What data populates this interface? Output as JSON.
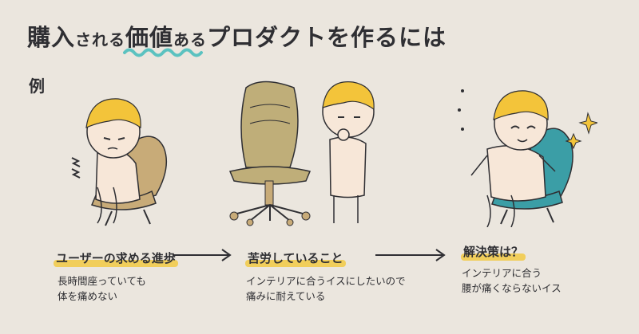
{
  "title": {
    "part1": "購入",
    "part2": "される",
    "part3": "価値",
    "part4": "ある",
    "part5": "プロダクトを作るには"
  },
  "example_label": "例",
  "sections": [
    {
      "label": "ユーザーの求める進歩",
      "desc": [
        "長時間座っていても",
        "体を痛めない"
      ]
    },
    {
      "label": "苦労していること",
      "desc": [
        "インテリアに合うイスにしたいので",
        "痛みに耐えている"
      ]
    },
    {
      "label": "解決策は？",
      "desc": [
        "インテリアに合う",
        "腰が痛くならないイス"
      ]
    }
  ],
  "colors": {
    "background": "#ebe6de",
    "highlight": "#f1cc53",
    "wave": "#5bc2c0",
    "hair": "#f3c43a",
    "skin": "#f7e7d8",
    "chair_tan": "#c8ab78",
    "chair_olive": "#bfae79",
    "chair_teal": "#3b9ea6",
    "ink": "#2f2f33"
  },
  "icons": [
    "pain-lines-icon",
    "sparkle-icon",
    "arrow-right-icon"
  ]
}
